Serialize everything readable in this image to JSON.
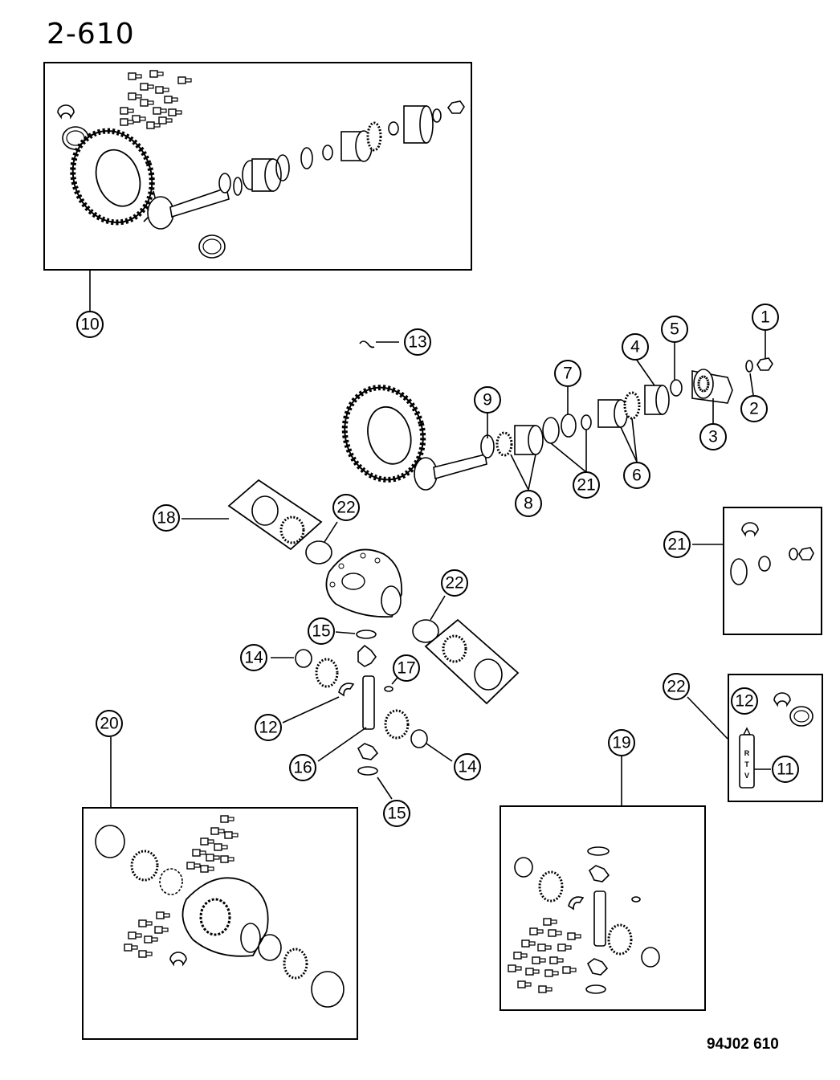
{
  "header": {
    "title": "2-610"
  },
  "footer": {
    "code": "94J02 610"
  },
  "rtv_tube": {
    "letters": [
      "R",
      "T",
      "V"
    ]
  },
  "callouts": [
    {
      "id": "callout-10",
      "label": "10"
    },
    {
      "id": "callout-13",
      "label": "13"
    },
    {
      "id": "callout-1",
      "label": "1"
    },
    {
      "id": "callout-2",
      "label": "2"
    },
    {
      "id": "callout-3",
      "label": "3"
    },
    {
      "id": "callout-4",
      "label": "4"
    },
    {
      "id": "callout-5",
      "label": "5"
    },
    {
      "id": "callout-6",
      "label": "6"
    },
    {
      "id": "callout-7",
      "label": "7"
    },
    {
      "id": "callout-8",
      "label": "8"
    },
    {
      "id": "callout-9",
      "label": "9"
    },
    {
      "id": "callout-21-a",
      "label": "21"
    },
    {
      "id": "callout-18",
      "label": "18"
    },
    {
      "id": "callout-22-a",
      "label": "22"
    },
    {
      "id": "callout-22-b",
      "label": "22"
    },
    {
      "id": "callout-21-b",
      "label": "21"
    },
    {
      "id": "callout-15-a",
      "label": "15"
    },
    {
      "id": "callout-14-a",
      "label": "14"
    },
    {
      "id": "callout-17",
      "label": "17"
    },
    {
      "id": "callout-12-a",
      "label": "12"
    },
    {
      "id": "callout-16",
      "label": "16"
    },
    {
      "id": "callout-14-b",
      "label": "14"
    },
    {
      "id": "callout-15-b",
      "label": "15"
    },
    {
      "id": "callout-20",
      "label": "20"
    },
    {
      "id": "callout-19",
      "label": "19"
    },
    {
      "id": "callout-22-c",
      "label": "22"
    },
    {
      "id": "callout-12-b",
      "label": "12"
    },
    {
      "id": "callout-11",
      "label": "11"
    }
  ]
}
